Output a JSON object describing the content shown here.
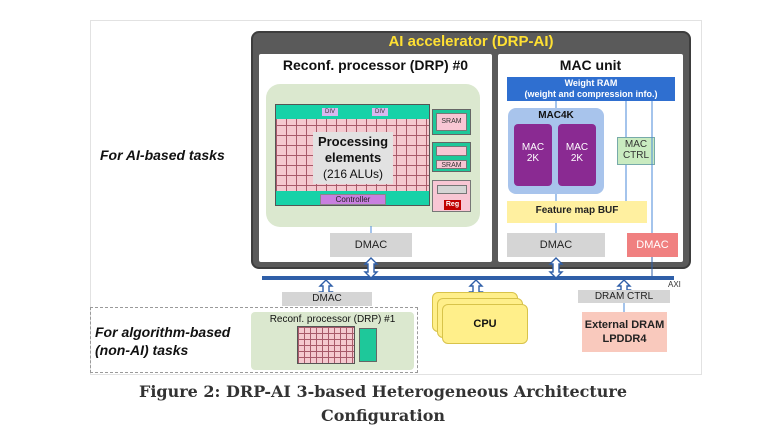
{
  "accelerator": {
    "title": "AI accelerator (DRP-AI)"
  },
  "drp0": {
    "title": "Reconf. processor (DRP) #0",
    "pe_line1": "Processing",
    "pe_line2": "elements",
    "pe_line3": "(216 ALUs)",
    "div_label": "DIV",
    "controller": "Controller",
    "sram": "SRAM",
    "reg": "Reg",
    "dmac": "DMAC"
  },
  "mac": {
    "title": "MAC unit",
    "weight_ram_line1": "Weight RAM",
    "weight_ram_line2": "(weight and compression info.)",
    "mac4k": "MAC4K",
    "mac2k_line1": "MAC",
    "mac2k_line2": "2K",
    "ctrl_line1": "MAC",
    "ctrl_line2": "CTRL",
    "fm_buf": "Feature map BUF",
    "dmac": "DMAC",
    "dmac2": "DMAC"
  },
  "tasks": {
    "ai_line": "For AI-based tasks",
    "algo_line1": "For algorithm-based",
    "algo_line2": "(non-AI) tasks"
  },
  "drp1": {
    "title": "Reconf. processor  (DRP) #1",
    "dmac": "DMAC"
  },
  "bus": {
    "axi": "AXI"
  },
  "cpu": {
    "label": "CPU"
  },
  "dram": {
    "ctrl": "DRAM CTRL",
    "line1": "External DRAM",
    "line2": "LPDDR4"
  },
  "caption": {
    "line1": "Figure 2: DRP-AI 3-based Heterogeneous Architecture",
    "line2": "Configuration"
  },
  "colors": {
    "accelerator_title": "#ffe033",
    "bus": "#2f5fa8",
    "mac_purple": "#8a2a92",
    "weight_ram_blue": "#2f6fd0"
  }
}
